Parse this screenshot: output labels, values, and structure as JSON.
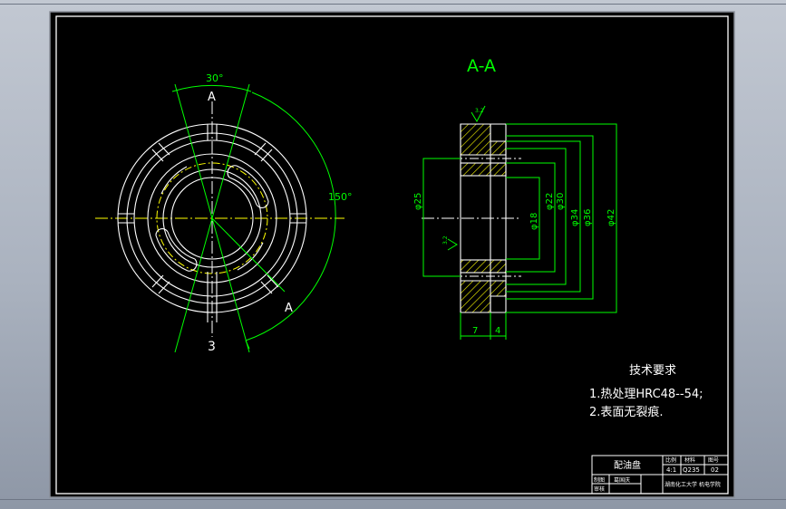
{
  "drawing": {
    "left_view": {
      "angle_top": "30°",
      "angle_right": "150°",
      "label_a_top": "A",
      "label_a_bottom": "A",
      "label_bottom": "3"
    },
    "section_view": {
      "title": "A-A",
      "roughness_top": "3.2",
      "roughness_side": "3.2",
      "dims": {
        "d25": "φ25",
        "d18": "φ18",
        "d22": "φ22",
        "d30": "φ30",
        "d34": "φ34",
        "d36": "φ36",
        "d42": "φ42",
        "w7": "7",
        "w4": "4"
      }
    },
    "tech_requirements": {
      "title": "技术要求",
      "item1": "1.热处理HRC48--54;",
      "item2": "2.表面无裂痕."
    },
    "title_block": {
      "part_name": "配油盘",
      "col1_head": "比例",
      "col2_head": "材料",
      "col3_head": "图号",
      "col1_val": "4:1",
      "col2_val": "Q235",
      "col3_val": "02",
      "row_drawn": "制图",
      "row_review": "审核",
      "drawn_by": "葛国庆",
      "school": "湖南化工大学 机电学院"
    },
    "colors": {
      "background": "#000000",
      "frame": "#ffffff",
      "geometry": "#ffffff",
      "dimensions": "#00ff00",
      "centerline": "#ffff00",
      "hatch": "#ffff00"
    }
  }
}
